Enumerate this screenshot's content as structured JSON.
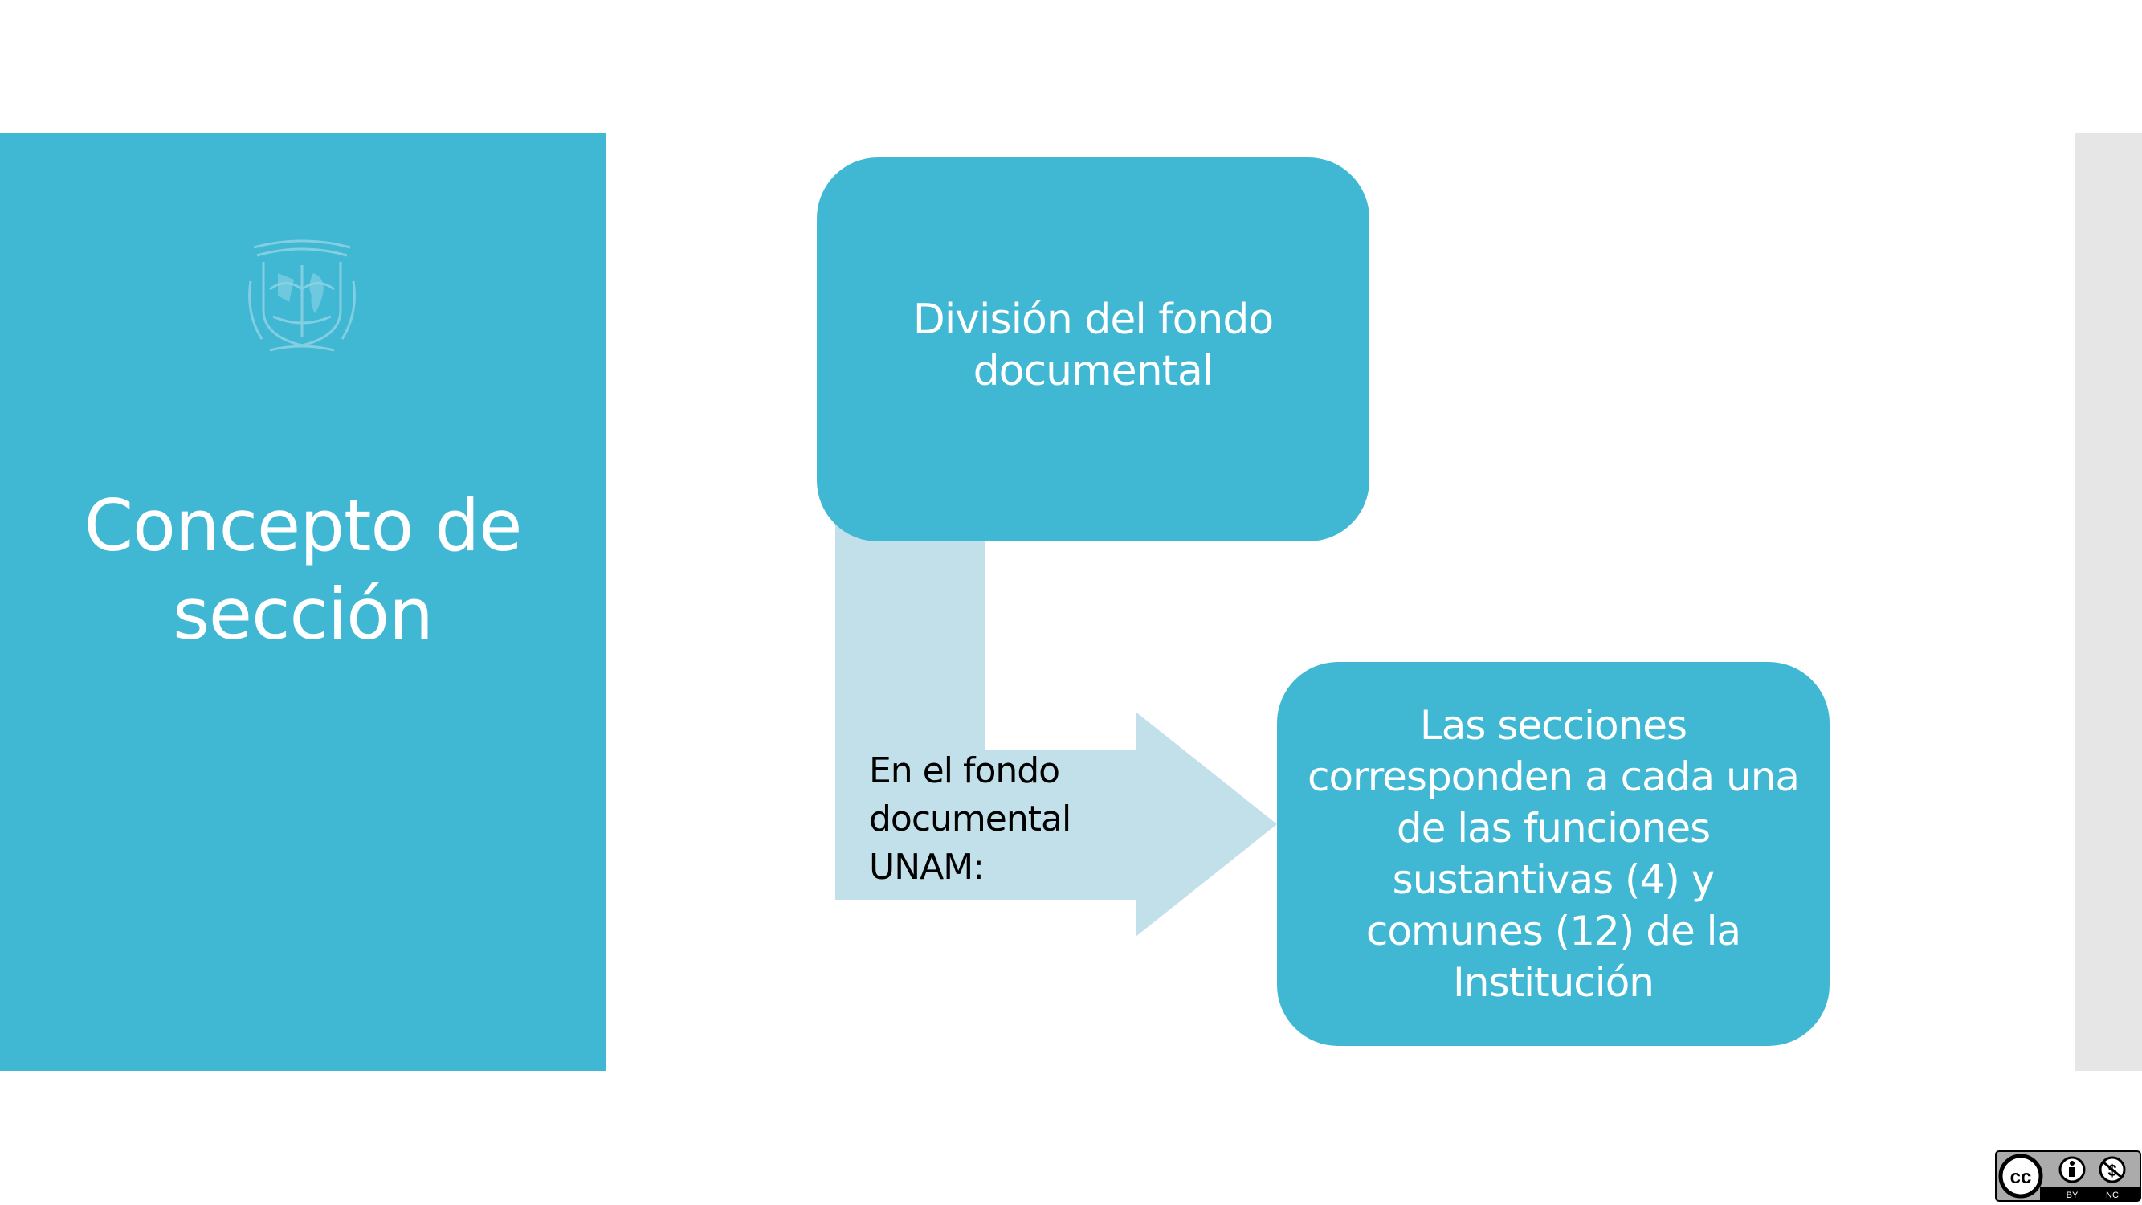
{
  "slide": {
    "title": "Concepto de\nsección"
  },
  "diagram": {
    "top_box": "División del fondo\ndocumental",
    "arrow_label": "En el fondo\ndocumental\nUNAM:",
    "bottom_box": "Las secciones\ncorresponden a cada una\nde las funciones\nsustantivas (4) y\ncomunes (12) de la\nInstitución"
  },
  "license": {
    "badge_labels": [
      "BY",
      "NC"
    ]
  },
  "colors": {
    "accent": "#40b8d4",
    "arrow": "#c2e0ea",
    "strip": "#e6e6e6",
    "text_light": "#ffffff",
    "text_dark": "#000000"
  }
}
